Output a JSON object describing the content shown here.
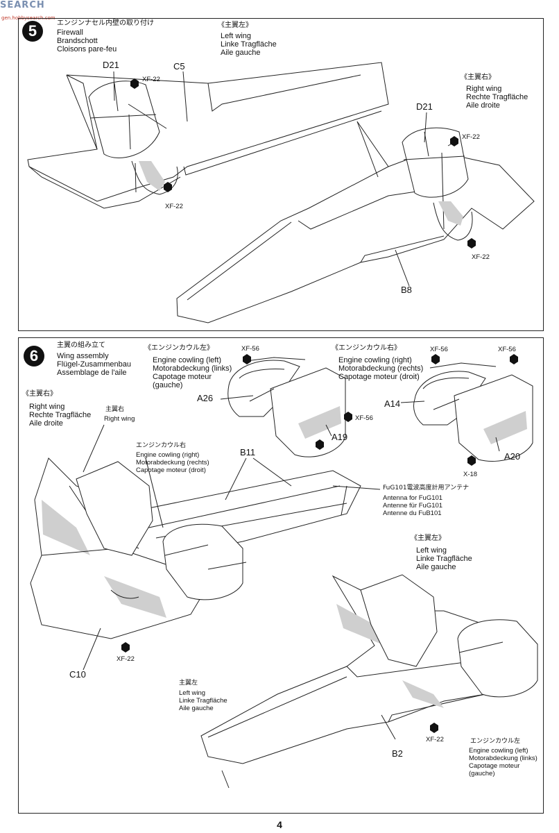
{
  "watermark": {
    "text": "SEARCH",
    "subtext": "gen.hobbysearch.com"
  },
  "step5": {
    "number": "5",
    "title_jp": "エンジンナセル内壁の取り付け",
    "title_en": "Firewall",
    "title_de": "Brandschott",
    "title_fr": "Cloisons pare-feu",
    "left_wing": {
      "jp": "《主翼左》",
      "en": "Left wing",
      "de": "Linke Tragfläche",
      "fr": "Aile gauche"
    },
    "right_wing": {
      "jp": "《主翼右》",
      "en": "Right wing",
      "de": "Rechte Tragfläche",
      "fr": "Aile droite"
    },
    "parts": {
      "d21_left": "D21",
      "c5": "C5",
      "d21_right": "D21",
      "b8": "B8"
    },
    "paint": {
      "p1": "XF-22",
      "p2": "XF-22",
      "p3": "XF-22",
      "p4": "XF-22"
    }
  },
  "step6": {
    "number": "6",
    "title_jp": "主翼の組み立て",
    "title_en": "Wing assembly",
    "title_de": "Flügel-Zusammenbau",
    "title_fr": "Assemblage de l'aile",
    "cowl_left": {
      "jp": "《エンジンカウル左》",
      "en": "Engine cowling (left)",
      "de": "Motorabdeckung (links)",
      "fr": "Capotage moteur",
      "fr2": "(gauche)"
    },
    "cowl_right": {
      "jp": "《エンジンカウル右》",
      "en": "Engine cowling (right)",
      "de": "Motorabdeckung (rechts)",
      "fr": "Capotage moteur (droit)"
    },
    "right_wing": {
      "jp": "《主翼右》",
      "en": "Right wing",
      "de": "Rechte Tragfläche",
      "fr": "Aile droite"
    },
    "right_wing_small": {
      "jp": "主翼右",
      "en": "Right wing"
    },
    "cowl_right_small": {
      "jp": "エンジンカウル右",
      "en": "Engine cowling (right)",
      "de": "Motorabdeckung (rechts)",
      "fr": "Capotage moteur (droit)"
    },
    "antenna": {
      "jp": "FuG101電波高度計用アンテナ",
      "en": "Antenna for FuG101",
      "de": "Antenne für FuG101",
      "fr": "Antenne du FuB101"
    },
    "left_wing": {
      "jp": "《主翼左》",
      "en": "Left wing",
      "de": "Linke Tragfläche",
      "fr": "Aile gauche"
    },
    "left_wing_small": {
      "jp": "主翼左",
      "en": "Left wing",
      "de": "Linke Tragfläche",
      "fr": "Aile gauche"
    },
    "cowl_left_small": {
      "jp": "エンジンカウル左",
      "en": "Engine cowling (left)",
      "de": "Motorabdeckung (links)",
      "fr": "Capotage moteur",
      "fr2": "(gauche)"
    },
    "parts": {
      "a26": "A26",
      "a19": "A19",
      "a14": "A14",
      "a20": "A20",
      "b11": "B11",
      "c10": "C10",
      "b2": "B2"
    },
    "paint": {
      "p1": "XF-56",
      "p2": "XF-56",
      "p3": "XF-56",
      "p4": "XF-56",
      "p5": "X-18",
      "p6": "XF-22",
      "p7": "XF-22"
    }
  },
  "page_number": "4"
}
